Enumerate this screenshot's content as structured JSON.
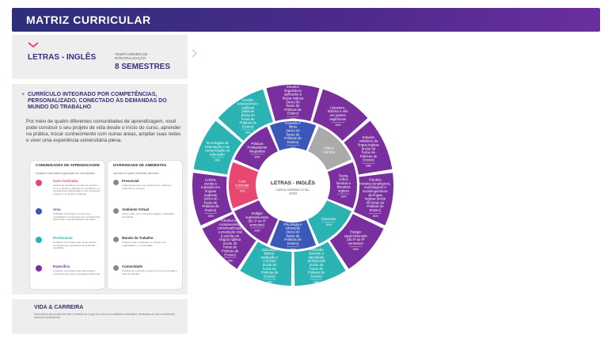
{
  "header": {
    "title": "MATRIZ CURRICULAR"
  },
  "course": {
    "name": "LETRAS - INGLÊS",
    "time_label": "TEMPO MÍNIMO DE INTEGRALIZAÇÃO",
    "time_value": "8 SEMESTRES"
  },
  "main": {
    "headline": "CURRÍCULO INTEGRADO POR COMPETÊNCIAS, PERSONALIZADO, CONECTADO ÀS DEMANDAS DO MUNDO DO TRABALHO",
    "intro": "Por meio de quatro diferentes comunidades de aprendizagem, você pode construir o seu projeto de vida desde o início do curso, aprender na prática, trocar conhecimento com outras áreas, ampliar suas redes e viver uma experiência universitária plena.",
    "communities": {
      "title": "COMUNIDADES DE APRENDIZAGEM",
      "subtitle": "Unidades Curriculares organizadas em comunidades",
      "items": [
        {
          "name": "Core Curricular",
          "color": "#e8476f",
          "desc": "Aborda as temáticas centrais do mundo e como o Ensino e Diálogo se constituem em experiências relacionadas como conteúdos, projetos e ao Ensino e Diálogo."
        },
        {
          "name": "Área",
          "color": "#3b57b8",
          "desc": "Unidades curriculares comuns que possibilitam a construção de competências essenciais e interdisciplinares do saber."
        },
        {
          "name": "Profissional",
          "color": "#2bb3b3",
          "desc": "Unidades curriculares que desenvolvem competências específicas da profissão escolhida."
        },
        {
          "name": "Específica",
          "color": "#7a2f9e",
          "desc": "Unidades curriculares que aprofundam conhecimentos para a atuação profissional."
        }
      ]
    },
    "environments": {
      "title": "DIVERSIDADE DE AMBIENTES",
      "subtitle": "Aprenda em quatro ambientes diferentes",
      "items": [
        {
          "name": "Presencial",
          "desc": "Aulas presenciais com professores, práticas e vivências no campus."
        },
        {
          "name": "Ambiente Virtual",
          "desc": "Aulas online com conteúdos digitais e atividades interativas."
        },
        {
          "name": "Mundo do Trabalho",
          "desc": "Projetos reais e práticas em contato com organizações e comunidade."
        },
        {
          "name": "Comunidade",
          "desc": "Projetos de extensão e ações com a comunidade e suas demandas."
        }
      ]
    }
  },
  "life": {
    "title": "VIDA & CARREIRA",
    "text": "Desenvolva seu projeto de vida e carreira ao longo do curso com unidades curriculares dedicadas ao seu crescimento pessoal e profissional."
  },
  "wheel": {
    "center_title": "LETRAS - INGLÊS",
    "center_hours": "CARGA HORÁRIA TOTAL: 3200H",
    "outer": [
      {
        "label": "Estudos linguísticos aplicados à língua inglesa (inclui 40 horas de Práticas de Ensino)",
        "hours": "160h",
        "color": "#7a2f9e"
      },
      {
        "label": "Literatura, história e arte em países anglófonos",
        "hours": "160h",
        "color": "#7a2f9e"
      },
      {
        "label": "Estudos sintáticos da língua inglesa (inclui 40 horas de Práticas de Ensino)",
        "hours": "160h",
        "color": "#7a2f9e"
      },
      {
        "label": "Estudos fonético-fonológicos, morfológicos e sociolinguísticos da língua inglesa (inclui 40 horas de Práticas de Ensino)",
        "hours": "160h",
        "color": "#7a2f9e"
      },
      {
        "label": "Estágio supervisionado (do 5º ao 8º semestre)",
        "hours": "200h",
        "color": "#7a2f9e"
      },
      {
        "label": "Profissão docente e identidade profissional (inclui 40 horas de Práticas de Ensino)",
        "hours": "160h",
        "color": "#2bb3b3"
      },
      {
        "label": "Educação básica: avaliação e currículo (inclui 40 horas de Práticas de Ensino)",
        "hours": "160h",
        "color": "#2bb3b3"
      },
      {
        "label": "Estudos em compreensão, contextualização e produção oral e escrita em língua inglesa (inclui 40 horas de Práticas de Ensino)",
        "hours": "160h",
        "color": "#7a2f9e"
      },
      {
        "label": "Leitura, escrita e tradução em línguas inglesas (inclui 40 horas de Práticas de Ensino)",
        "hours": "160h",
        "color": "#7a2f9e"
      },
      {
        "label": "Tecnologias da informação e da comunicação na educação",
        "hours": "160h",
        "color": "#2bb3b3"
      },
      {
        "label": "Gestão educacional e políticas públicas (inclui 40 horas de Práticas de Ensino)",
        "hours": "160h",
        "color": "#2bb3b3"
      }
    ],
    "inner": [
      {
        "label": "Inclusão e libras (inclui 40 horas de Práticas de Ensino)",
        "hours": "160h",
        "color": "#3b57b8"
      },
      {
        "label": "Vida & Carreira",
        "hours": "",
        "color": "#aaaaaa"
      },
      {
        "label": "Teoria, crítica literária e literatura inglesa",
        "hours": "160h",
        "color": "#7a2f9e"
      },
      {
        "label": "Extensão",
        "hours": "160h",
        "color": "#2bb3b3"
      },
      {
        "label": "Psicologia e educação (inclui 40 horas de Práticas de Ensino)",
        "hours": "160h",
        "color": "#3b57b8"
      },
      {
        "label": "Estágio supervisionado (do 1º ao 4º semestre)",
        "hours": "200h",
        "color": "#7a2f9e"
      },
      {
        "label": "Core curricular",
        "hours": "160h",
        "color": "#e8476f"
      },
      {
        "label": "Práticas Pedagógicas Integradas",
        "hours": "200h",
        "color": "#7a2f9e"
      }
    ]
  }
}
